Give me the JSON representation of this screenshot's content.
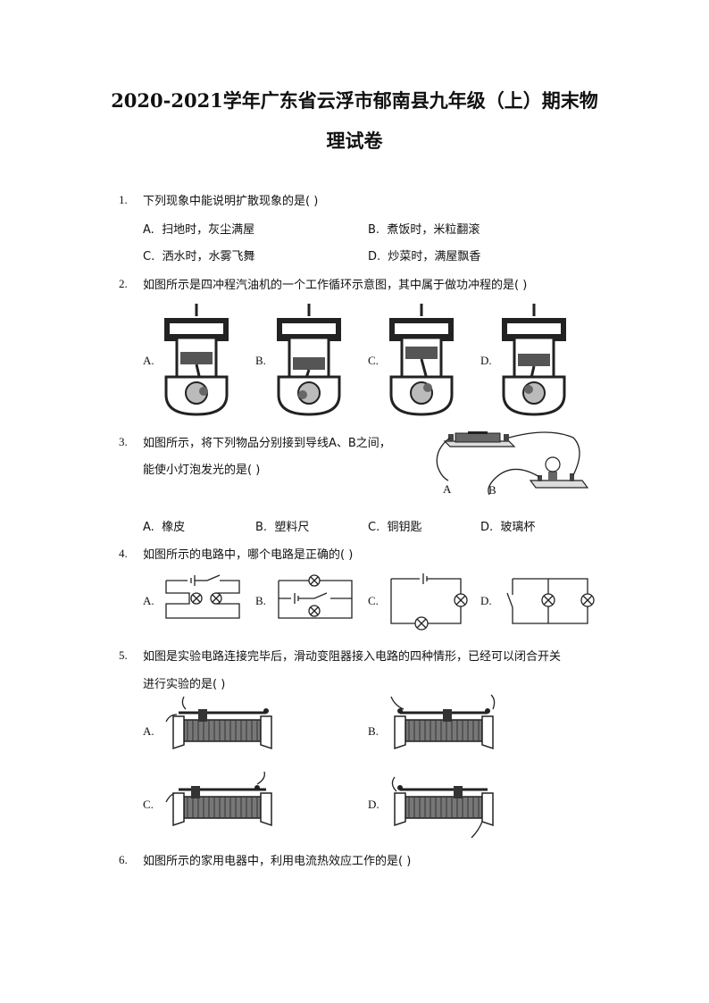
{
  "title": {
    "line1": "2020-2021学年广东省云浮市郁南县九年级（上）期末物",
    "line2": "理试卷"
  },
  "questions": [
    {
      "number": "1.",
      "text": "下列现象中能说明扩散现象的是(    )",
      "options": [
        {
          "label": "A.",
          "text": "扫地时，灰尘满屋"
        },
        {
          "label": "B.",
          "text": "煮饭时，米粒翻滚"
        },
        {
          "label": "C.",
          "text": "洒水时，水雾飞舞"
        },
        {
          "label": "D.",
          "text": "炒菜时，满屋飘香"
        }
      ]
    },
    {
      "number": "2.",
      "text": "如图所示是四冲程汽油机的一个工作循环示意图，其中属于做功冲程的是(    )",
      "option_labels": [
        "A.",
        "B.",
        "C.",
        "D."
      ]
    },
    {
      "number": "3.",
      "text_line1": "如图所示，将下列物品分别接到导线A、B之间，",
      "text_line2": "能使小灯泡发光的是(    )",
      "figure_labels": {
        "a": "A",
        "b": "B"
      },
      "options": [
        {
          "label": "A.",
          "text": "橡皮"
        },
        {
          "label": "B.",
          "text": "塑料尺"
        },
        {
          "label": "C.",
          "text": "铜钥匙"
        },
        {
          "label": "D.",
          "text": "玻璃杯"
        }
      ]
    },
    {
      "number": "4.",
      "text": "如图所示的电路中，哪个电路是正确的(    )",
      "option_labels": [
        "A.",
        "B.",
        "C.",
        "D."
      ]
    },
    {
      "number": "5.",
      "text_line1": "如图是实验电路连接完毕后，滑动变阻器接入电路的四种情形，已经可以闭合开关",
      "text_line2": "进行实验的是(    )",
      "option_labels": [
        "A.",
        "B.",
        "C.",
        "D."
      ]
    },
    {
      "number": "6.",
      "text": "如图所示的家用电器中，利用电流热效应工作的是(    )"
    }
  ]
}
